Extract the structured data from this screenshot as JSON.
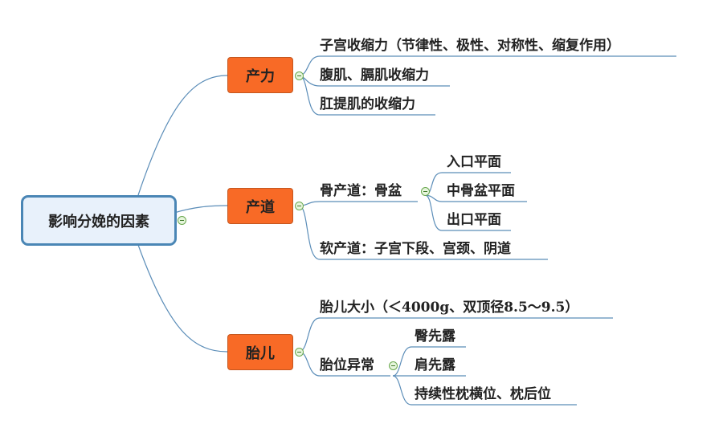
{
  "root": {
    "label": "影响分娩的因素"
  },
  "branches": [
    {
      "label": "产力",
      "children": [
        "子宫收缩力（节律性、极性、对称性、缩复作用）",
        "腹肌、膈肌收缩力",
        "肛提肌的收缩力"
      ]
    },
    {
      "label": "产道",
      "children": [
        {
          "label": "骨产道：骨盆",
          "children": [
            "入口平面",
            "中骨盆平面",
            "出口平面"
          ]
        },
        "软产道：子宫下段、宫颈、阴道"
      ]
    },
    {
      "label": "胎儿",
      "children": [
        "胎儿大小（＜4000g、双顶径8.5～9.5）",
        {
          "label": "胎位异常",
          "children": [
            "臀先露",
            "肩先露",
            "持续性枕横位、枕后位"
          ]
        }
      ]
    }
  ],
  "colors": {
    "line": "#5b8db8",
    "main": "#f86a26",
    "root_fill": "#e8f1fb",
    "root_border": "#4a86b5"
  }
}
